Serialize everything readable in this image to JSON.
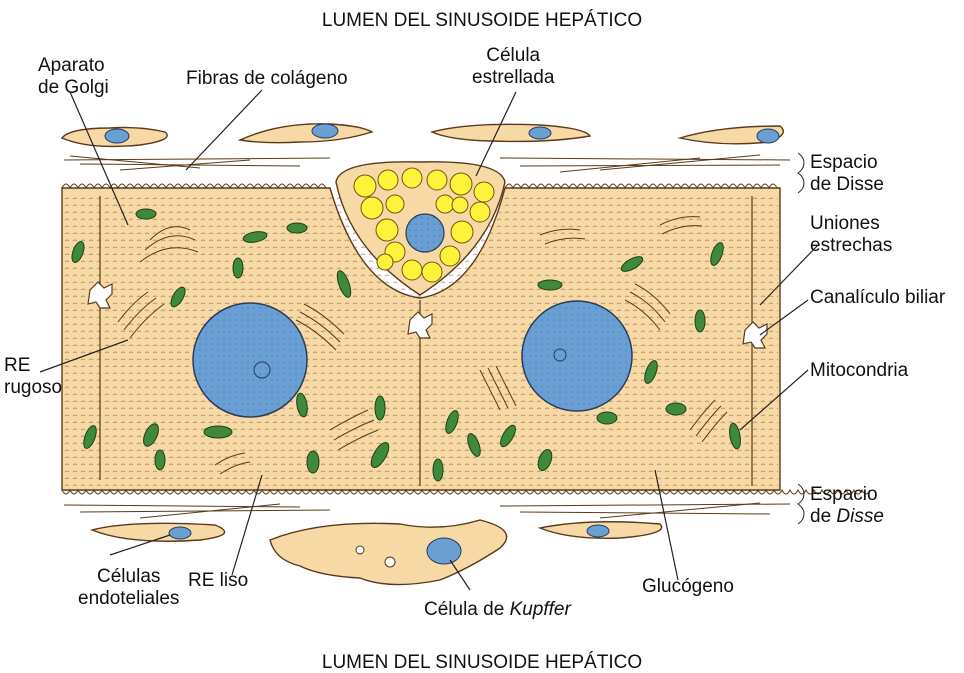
{
  "title_top": "LUMEN DEL SINUSOIDE HEPÁTICO",
  "title_bottom": "LUMEN DEL SINUSOIDE HEPÁTICO",
  "labels": {
    "golgi": [
      "Aparato",
      "de Golgi"
    ],
    "collagen": "Fibras de colágeno",
    "stellate": [
      "Célula",
      "estrellada"
    ],
    "disse_top": [
      "Espacio",
      "de Disse"
    ],
    "tight_junctions": [
      "Uniones",
      "estrechas"
    ],
    "bile_canaliculus": "Canalículo biliar",
    "mitochondria": "Mitocondria",
    "rer": [
      "RE",
      "rugoso"
    ],
    "disse_bottom_1": "Espacio",
    "disse_bottom_2_prefix": "de ",
    "disse_bottom_2_italic": "Disse",
    "endothelial": [
      "Células",
      "endoteliales"
    ],
    "ser": "RE liso",
    "glycogen": "Glucógeno",
    "kupffer_prefix": "Célula de ",
    "kupffer_italic": "Kupffer"
  },
  "colors": {
    "cytoplasm": "#f7d9a6",
    "nucleus": "#6a9fd4",
    "mitochondria": "#3f8a3a",
    "fat_droplets": "#fff23a",
    "organelle_lines": "#8a5a3a"
  }
}
